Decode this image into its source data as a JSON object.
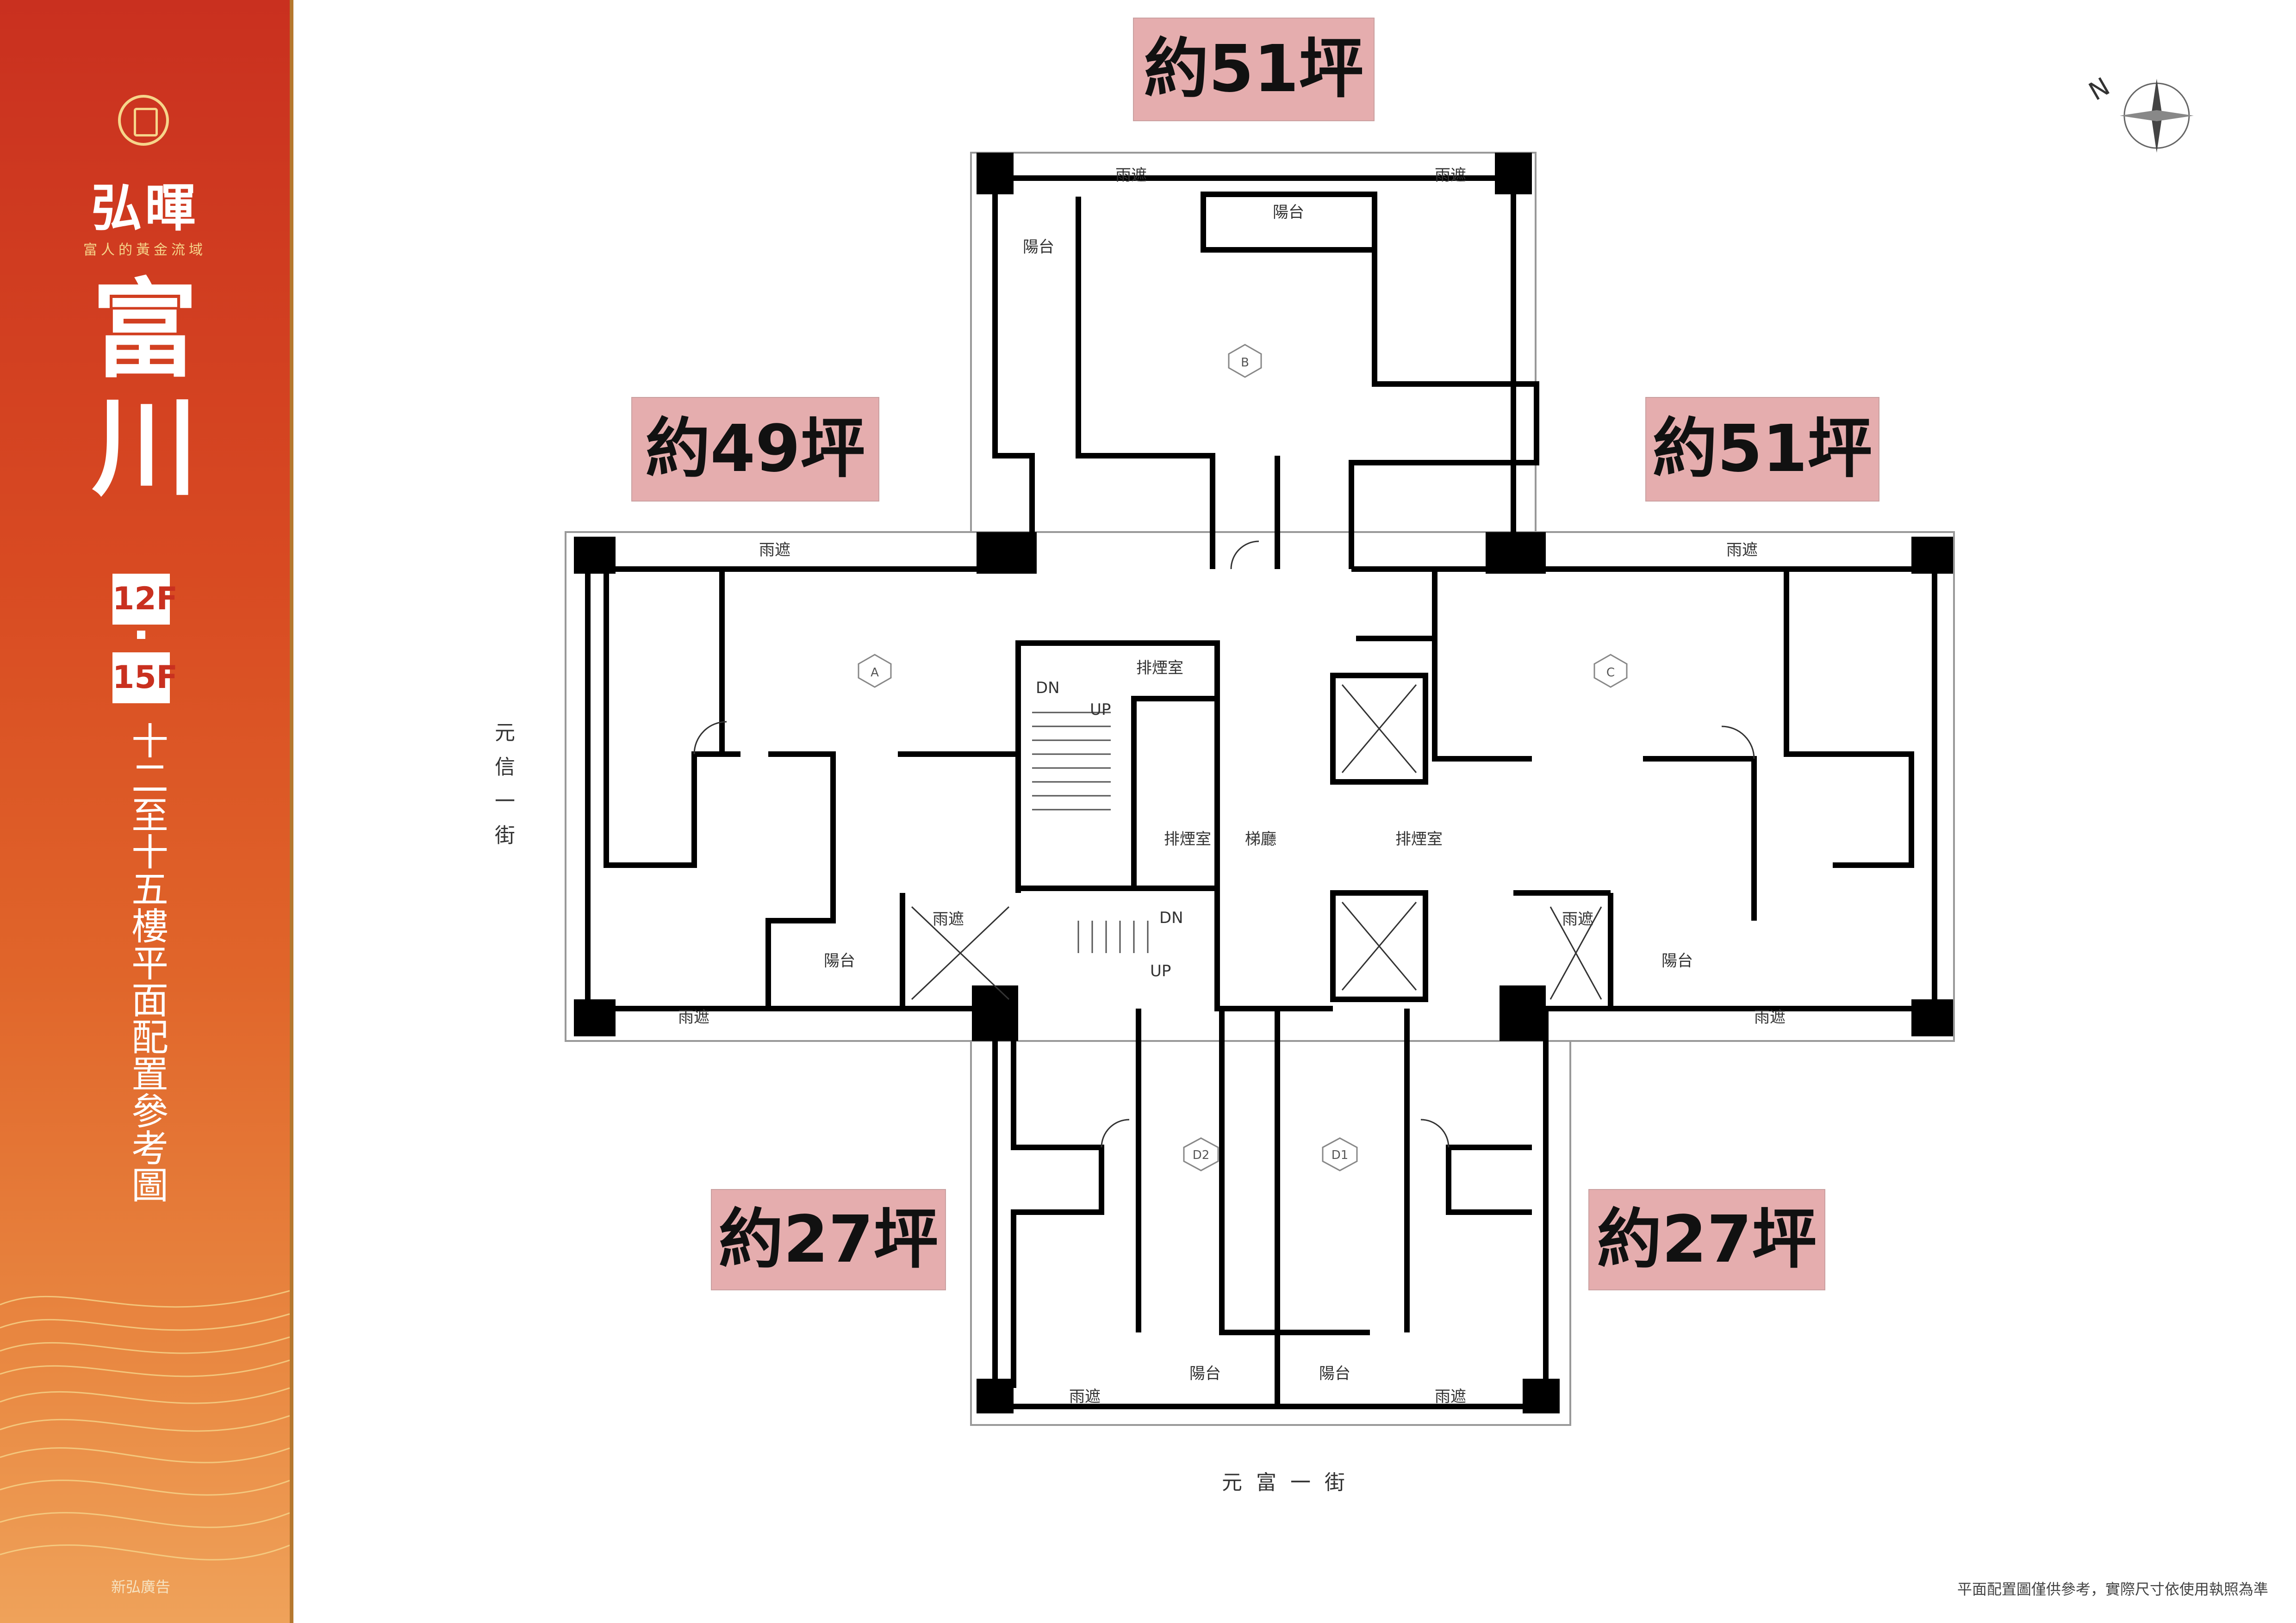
{
  "sidebar": {
    "brand": "弘暉",
    "slogan": "富人的黃金流域",
    "project_line1": "富",
    "project_line2": "川",
    "floor_from": "12F",
    "floor_to": "15F",
    "title_vertical": "十二至十五樓平面配置參考圖",
    "ad_agency": "新弘廣告"
  },
  "colors": {
    "sidebar_top": "#c9301f",
    "sidebar_bottom": "#efa25a",
    "gold": "#f6d58a",
    "area_tag": "#e5adae",
    "wall": "#000000"
  },
  "plan": {
    "areas": {
      "unit_b": "約51坪",
      "unit_a": "約49坪",
      "unit_c": "約51坪",
      "unit_d2": "約27坪",
      "unit_d1": "約27坪"
    },
    "unit_tags": {
      "a": "A",
      "b": "B",
      "c": "C",
      "d1": "D1",
      "d2": "D2"
    },
    "rooms": {
      "canopy": "雨遮",
      "balcony": "陽台",
      "smoke_room": "排煙室",
      "lobby": "梯廳",
      "down": "DN",
      "up": "UP"
    },
    "streets": {
      "west": "元信一街",
      "south": "元富一街"
    },
    "compass_letter": "N",
    "disclaimer": "平面配置圖僅供參考，實際尺寸依使用執照為準"
  }
}
